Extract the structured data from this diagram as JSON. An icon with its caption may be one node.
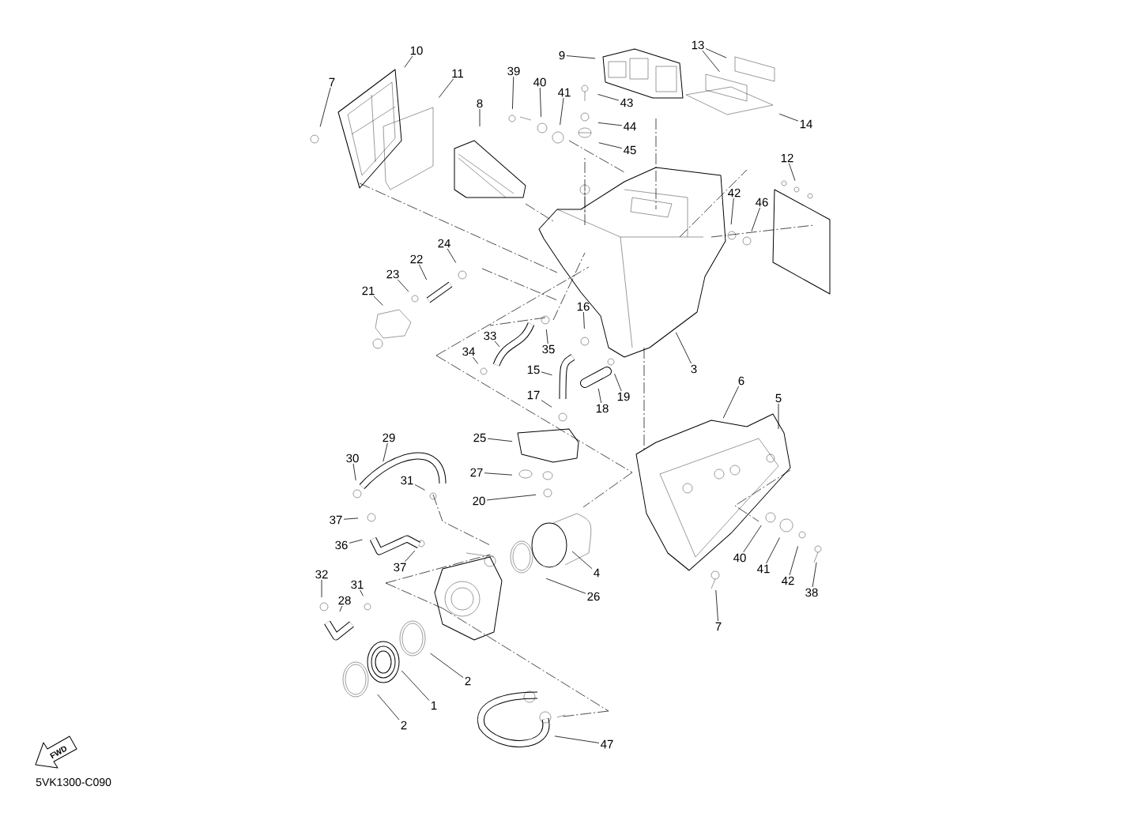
{
  "diagram": {
    "nodes": [
      {
        "text": [
          "10"
        ]
      },
      {
        "text": [
          "7"
        ]
      },
      {
        "text": [
          "11"
        ]
      },
      {
        "text": [
          "8"
        ]
      },
      {
        "text": [
          "9"
        ]
      },
      {
        "text": [
          "39"
        ]
      },
      {
        "text": [
          "40"
        ]
      },
      {
        "text": [
          "41"
        ]
      },
      {
        "text": [
          "43"
        ]
      },
      {
        "text": [
          "44"
        ]
      },
      {
        "text": [
          "45"
        ]
      },
      {
        "text": [
          "13"
        ]
      },
      {
        "text": [
          "14"
        ]
      },
      {
        "text": [
          "12"
        ]
      },
      {
        "text": [
          "42"
        ]
      },
      {
        "text": [
          "46"
        ]
      },
      {
        "text": [
          "3"
        ]
      },
      {
        "text": [
          "24"
        ]
      },
      {
        "text": [
          "22"
        ]
      },
      {
        "text": [
          "23"
        ]
      },
      {
        "text": [
          "21"
        ]
      },
      {
        "text": [
          "16"
        ]
      },
      {
        "text": [
          "33"
        ]
      },
      {
        "text": [
          "35"
        ]
      },
      {
        "text": [
          "34"
        ]
      },
      {
        "text": [
          "15"
        ]
      },
      {
        "text": [
          "19"
        ]
      },
      {
        "text": [
          "18"
        ]
      },
      {
        "text": [
          "17"
        ]
      },
      {
        "text": [
          "25"
        ]
      },
      {
        "text": [
          "6"
        ]
      },
      {
        "text": [
          "5"
        ]
      },
      {
        "text": [
          "29"
        ]
      },
      {
        "text": [
          "30"
        ]
      },
      {
        "text": [
          "31"
        ]
      },
      {
        "text": [
          "27"
        ]
      },
      {
        "text": [
          "20"
        ]
      },
      {
        "text": [
          "37"
        ]
      },
      {
        "text": [
          "36"
        ]
      },
      {
        "text": [
          "37"
        ]
      },
      {
        "text": [
          "4"
        ]
      },
      {
        "text": [
          "26"
        ]
      },
      {
        "text": [
          "40"
        ]
      },
      {
        "text": [
          "41"
        ]
      },
      {
        "text": [
          "42"
        ]
      },
      {
        "text": [
          "38"
        ]
      },
      {
        "text": [
          "7"
        ]
      },
      {
        "text": [
          "32"
        ]
      },
      {
        "text": [
          "31"
        ]
      },
      {
        "text": [
          "28"
        ]
      },
      {
        "text": [
          "2"
        ]
      },
      {
        "text": [
          "1"
        ]
      },
      {
        "text": [
          "2"
        ]
      },
      {
        "text": [
          "47"
        ]
      }
    ],
    "edges": [
      {
        "from": 0,
        "to": null,
        "arrow": "none"
      },
      {
        "from": 1,
        "to": null,
        "arrow": "none"
      },
      {
        "from": 2,
        "to": null,
        "arrow": "none"
      },
      {
        "from": 3,
        "to": null,
        "arrow": "none"
      },
      {
        "from": 4,
        "to": null,
        "arrow": "none"
      },
      {
        "from": 5,
        "to": null,
        "arrow": "none"
      },
      {
        "from": 6,
        "to": null,
        "arrow": "none"
      },
      {
        "from": 7,
        "to": null,
        "arrow": "none"
      },
      {
        "from": 8,
        "to": null,
        "arrow": "none"
      },
      {
        "from": 9,
        "to": null,
        "arrow": "none"
      },
      {
        "from": 10,
        "to": null,
        "arrow": "none"
      },
      {
        "from": 11,
        "to": null,
        "arrow": "none"
      },
      {
        "from": 11,
        "to": null,
        "arrow": "none"
      },
      {
        "from": 12,
        "to": null,
        "arrow": "none"
      },
      {
        "from": 13,
        "to": null,
        "arrow": "none"
      },
      {
        "from": 14,
        "to": null,
        "arrow": "none"
      },
      {
        "from": 15,
        "to": null,
        "arrow": "none"
      },
      {
        "from": 16,
        "to": null,
        "arrow": "none"
      },
      {
        "from": 17,
        "to": null,
        "arrow": "none"
      },
      {
        "from": 18,
        "to": null,
        "arrow": "none"
      },
      {
        "from": 19,
        "to": null,
        "arrow": "none"
      },
      {
        "from": 20,
        "to": null,
        "arrow": "none"
      },
      {
        "from": 21,
        "to": null,
        "arrow": "none"
      },
      {
        "from": 22,
        "to": null,
        "arrow": "none"
      },
      {
        "from": 23,
        "to": null,
        "arrow": "none"
      },
      {
        "from": 24,
        "to": null,
        "arrow": "none"
      },
      {
        "from": 25,
        "to": null,
        "arrow": "none"
      },
      {
        "from": 26,
        "to": null,
        "arrow": "none"
      },
      {
        "from": 27,
        "to": null,
        "arrow": "none"
      },
      {
        "from": 28,
        "to": null,
        "arrow": "none"
      },
      {
        "from": 29,
        "to": null,
        "arrow": "none"
      },
      {
        "from": 30,
        "to": null,
        "arrow": "none"
      },
      {
        "from": 31,
        "to": null,
        "arrow": "none"
      },
      {
        "from": 32,
        "to": null,
        "arrow": "none"
      },
      {
        "from": 33,
        "to": null,
        "arrow": "none"
      },
      {
        "from": 34,
        "to": null,
        "arrow": "none"
      },
      {
        "from": 35,
        "to": null,
        "arrow": "none"
      },
      {
        "from": 36,
        "to": null,
        "arrow": "none"
      },
      {
        "from": 37,
        "to": null,
        "arrow": "none"
      },
      {
        "from": 38,
        "to": null,
        "arrow": "none"
      },
      {
        "from": 39,
        "to": null,
        "arrow": "none"
      },
      {
        "from": 40,
        "to": null,
        "arrow": "none"
      },
      {
        "from": 41,
        "to": null,
        "arrow": "none"
      },
      {
        "from": 42,
        "to": null,
        "arrow": "none"
      },
      {
        "from": 43,
        "to": null,
        "arrow": "none"
      },
      {
        "from": 44,
        "to": null,
        "arrow": "none"
      },
      {
        "from": 45,
        "to": null,
        "arrow": "none"
      },
      {
        "from": 46,
        "to": null,
        "arrow": "none"
      },
      {
        "from": 47,
        "to": null,
        "arrow": "none"
      },
      {
        "from": 48,
        "to": null,
        "arrow": "none"
      },
      {
        "from": 49,
        "to": null,
        "arrow": "none"
      },
      {
        "from": 50,
        "to": null,
        "arrow": "none"
      },
      {
        "from": 51,
        "to": null,
        "arrow": "none"
      },
      {
        "from": 52,
        "to": null,
        "arrow": "none"
      },
      {
        "from": 53,
        "to": null,
        "arrow": "none"
      }
    ],
    "labels": [
      "FWD",
      "5VK1300-C090"
    ]
  }
}
